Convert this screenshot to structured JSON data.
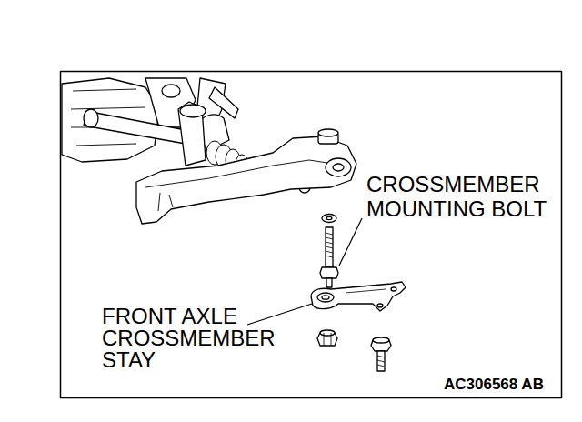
{
  "diagram": {
    "labels": [
      "CROSSMEMBER MOUNTING BOLT",
      "FRONT AXLE CROSSMEMBER STAY",
      "AC306568 AB"
    ]
  }
}
